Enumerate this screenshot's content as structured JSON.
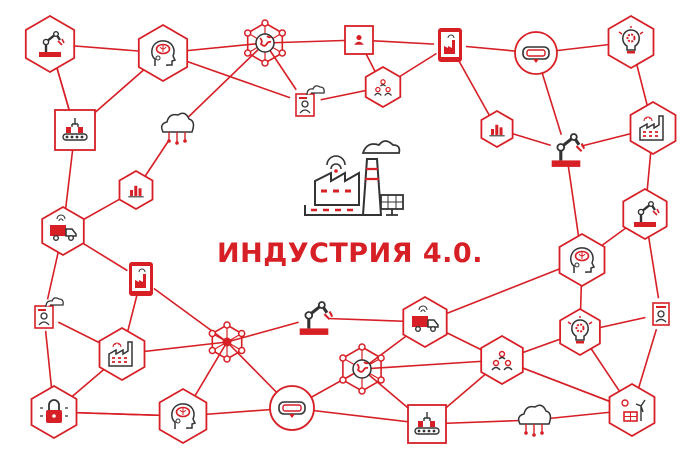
{
  "title": "ИНДУСТРИЯ 4.0.",
  "colors": {
    "primary": "#d71f26",
    "dark": "#333333",
    "background": "#ffffff"
  },
  "nodes": [
    {
      "id": "robot-arm-top-left",
      "icon": "robot-arm-icon"
    },
    {
      "id": "brain-head-top",
      "icon": "brain-head-icon"
    },
    {
      "id": "globe-network-top",
      "icon": "globe-network-icon"
    },
    {
      "id": "id-card-top",
      "icon": "person-card-icon"
    },
    {
      "id": "team-hex-top",
      "icon": "team-icon"
    },
    {
      "id": "profile-cloud-top",
      "icon": "profile-cloud-icon"
    },
    {
      "id": "smartphone-top",
      "icon": "smartphone-factory-icon"
    },
    {
      "id": "vr-headset-top",
      "icon": "vr-headset-icon"
    },
    {
      "id": "lightbulb-gear-top-right",
      "icon": "lightbulb-gear-icon"
    },
    {
      "id": "factory-right",
      "icon": "factory-icon"
    },
    {
      "id": "bar-chart-top",
      "icon": "bar-chart-icon"
    },
    {
      "id": "robot-arm-right",
      "icon": "robot-arm-icon"
    },
    {
      "id": "conveyor-left",
      "icon": "conveyor-icon"
    },
    {
      "id": "cloud-network-left",
      "icon": "cloud-network-icon"
    },
    {
      "id": "bar-chart-left",
      "icon": "bar-chart-icon"
    },
    {
      "id": "truck-left",
      "icon": "delivery-truck-icon"
    },
    {
      "id": "smartphone-left",
      "icon": "smartphone-factory-icon"
    },
    {
      "id": "profile-cloud-left",
      "icon": "profile-cloud-icon"
    },
    {
      "id": "factory-left",
      "icon": "factory-icon"
    },
    {
      "id": "network-node-center",
      "icon": "network-node-icon"
    },
    {
      "id": "robot-arm-center",
      "icon": "robot-arm-icon"
    },
    {
      "id": "truck-center",
      "icon": "delivery-truck-icon"
    },
    {
      "id": "globe-network-bottom",
      "icon": "globe-network-icon"
    },
    {
      "id": "team-hex-bottom",
      "icon": "team-icon"
    },
    {
      "id": "robot-arm-right-mid",
      "icon": "robot-arm-icon"
    },
    {
      "id": "brain-head-right",
      "icon": "brain-head-icon"
    },
    {
      "id": "lightbulb-gear-right",
      "icon": "lightbulb-gear-icon"
    },
    {
      "id": "profile-right",
      "icon": "profile-card-icon"
    },
    {
      "id": "lock-bottom-left",
      "icon": "padlock-icon"
    },
    {
      "id": "brain-head-bottom",
      "icon": "brain-head-icon"
    },
    {
      "id": "vr-headset-bottom",
      "icon": "vr-headset-icon"
    },
    {
      "id": "conveyor-bottom",
      "icon": "conveyor-icon"
    },
    {
      "id": "cloud-network-bottom",
      "icon": "cloud-network-icon"
    },
    {
      "id": "solar-wind-bottom-right",
      "icon": "solar-wind-icon"
    },
    {
      "id": "central-factory",
      "icon": "smart-factory-icon"
    }
  ]
}
